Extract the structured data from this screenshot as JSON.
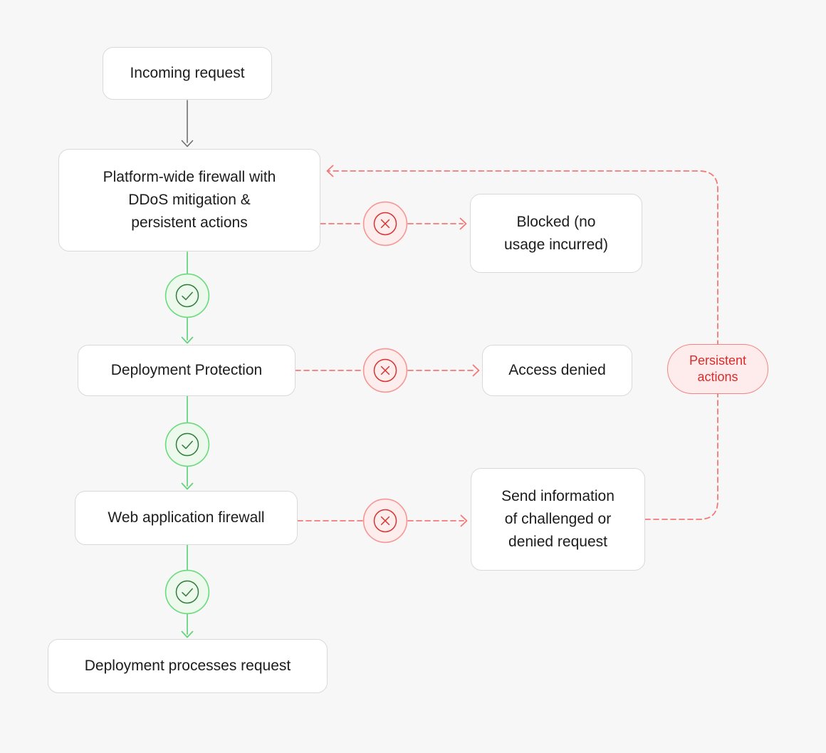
{
  "diagram": {
    "nodes": {
      "incoming_request": {
        "label": "Incoming request"
      },
      "platform_firewall": {
        "lines": [
          "Platform-wide firewall with",
          "DDoS mitigation &",
          "persistent actions"
        ]
      },
      "blocked": {
        "lines": [
          "Blocked (no",
          "usage incurred)"
        ]
      },
      "deployment_protection": {
        "label": "Deployment Protection"
      },
      "access_denied": {
        "label": "Access denied"
      },
      "web_application_firewall": {
        "label": "Web application firewall"
      },
      "send_information": {
        "lines": [
          "Send information",
          "of challenged or",
          "denied request"
        ]
      },
      "deployment_processes": {
        "label": "Deployment processes request"
      },
      "persistent_actions": {
        "lines": [
          "Persistent",
          "actions"
        ]
      }
    },
    "icons": {
      "pass": "check-circle-icon",
      "fail": "x-circle-icon"
    },
    "colors": {
      "background": "#f7f7f7",
      "node_background": "#ffffff",
      "node_border": "#d9d9d9",
      "node_text": "#1c1c1c",
      "neutral_arrow": "#6e6e6e",
      "success_line": "#5ed37a",
      "success_circle_border": "#69da7d",
      "success_circle_fill": "#eef9ed",
      "success_icon": "#2e7d3c",
      "fail_dash_line": "#f47876",
      "fail_circle_border": "#f59795",
      "fail_circle_fill": "#fdeded",
      "fail_icon": "#d63331",
      "persistent_pill_fill": "#fdeceb",
      "persistent_pill_border": "#f48482",
      "persistent_pill_text": "#d92c2c"
    }
  }
}
